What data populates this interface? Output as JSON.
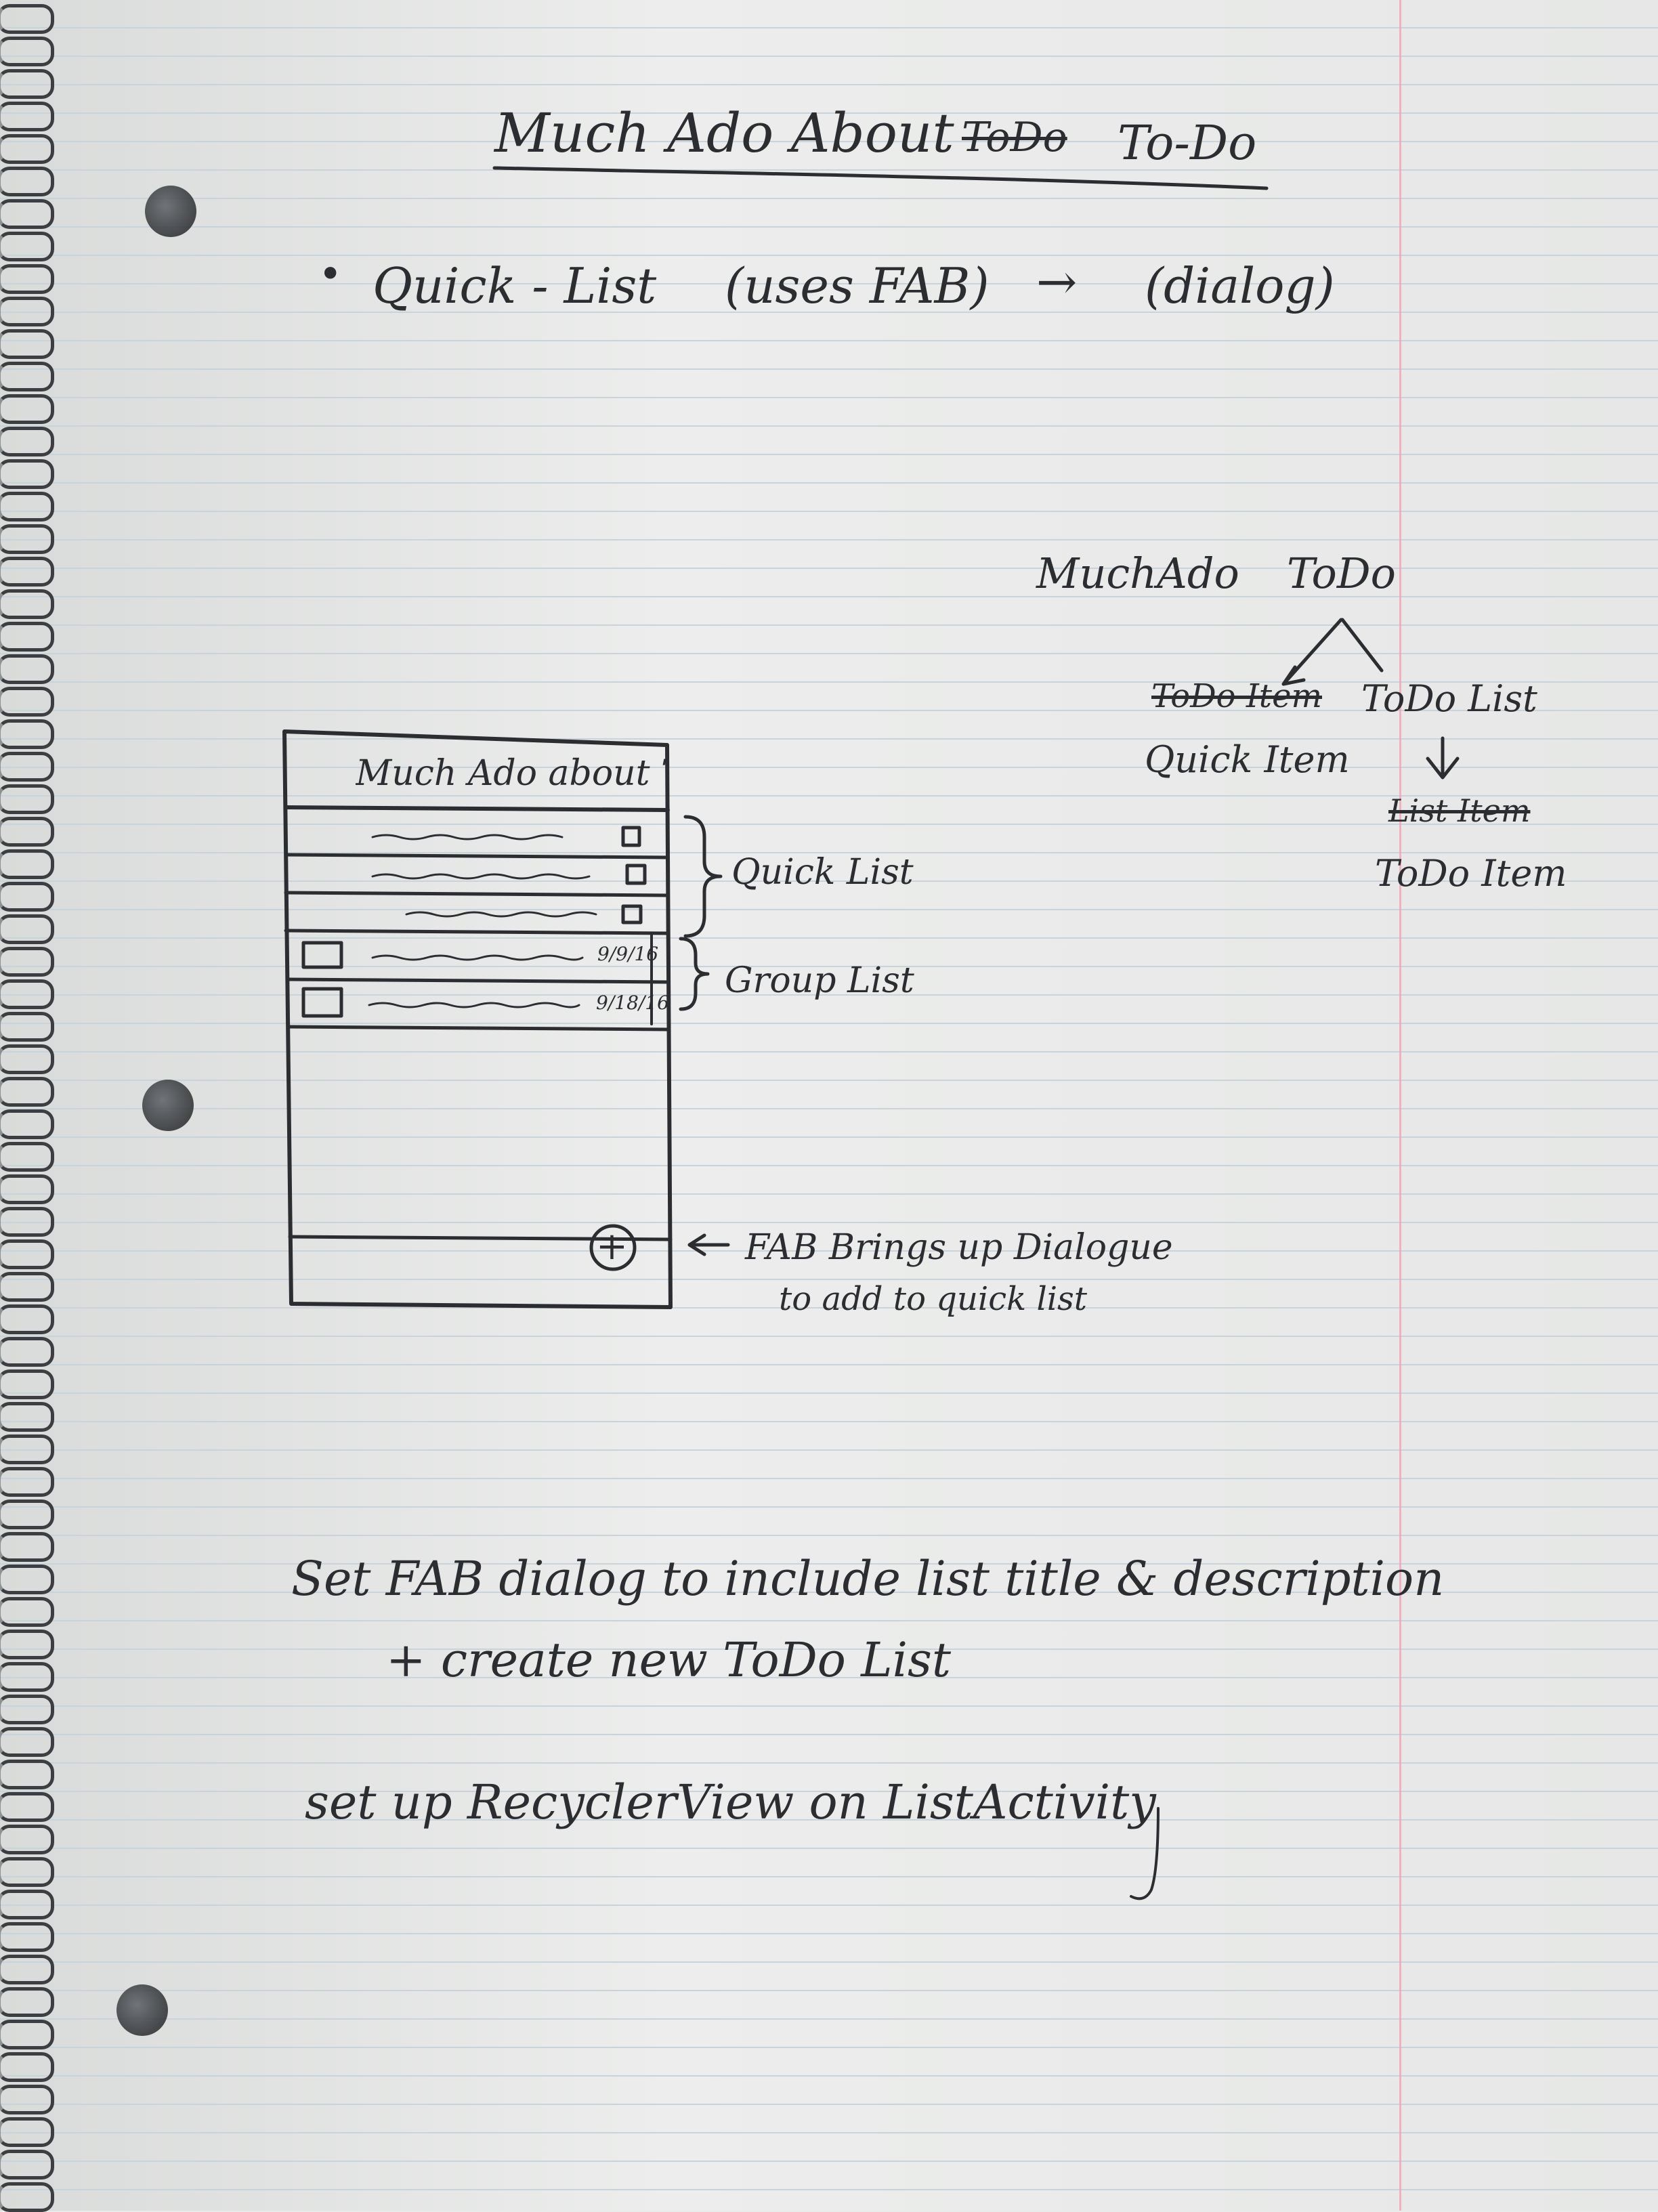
{
  "title": {
    "struck": "ToDo",
    "text": "Much Ado About To-Do"
  },
  "bullet": {
    "items": [
      "Quick - List",
      "(uses FAB)",
      "→",
      "(dialog)"
    ]
  },
  "hierarchy": {
    "root_left": "MuchAdo",
    "root_right": "ToDo",
    "left_struck": "ToDo Item",
    "left_label": "Quick Item",
    "right_label": "ToDo List",
    "right_child_struck": "List Item",
    "right_child": "ToDo Item"
  },
  "phone": {
    "header": "Much Ado about To-Do",
    "quick_rows": 3,
    "group_rows": [
      {
        "date": "9/9/16"
      },
      {
        "date": "9/18/16"
      }
    ],
    "fab_icon": "plus-icon"
  },
  "annotations": {
    "quick_list": "Quick List",
    "group_list": "Group List",
    "fab_line1": "FAB Brings up Dialogue",
    "fab_line2": "to add to quick list"
  },
  "notes": {
    "line1": "Set FAB dialog to include list title & description",
    "line2": "+ create new ToDo List",
    "line3": "set up RecyclerView on ListActivity"
  },
  "colors": {
    "ink": "#2c2d31",
    "paper": "#e9ebea",
    "rule": "#c9d3dc",
    "margin": "#f1a3b6"
  }
}
